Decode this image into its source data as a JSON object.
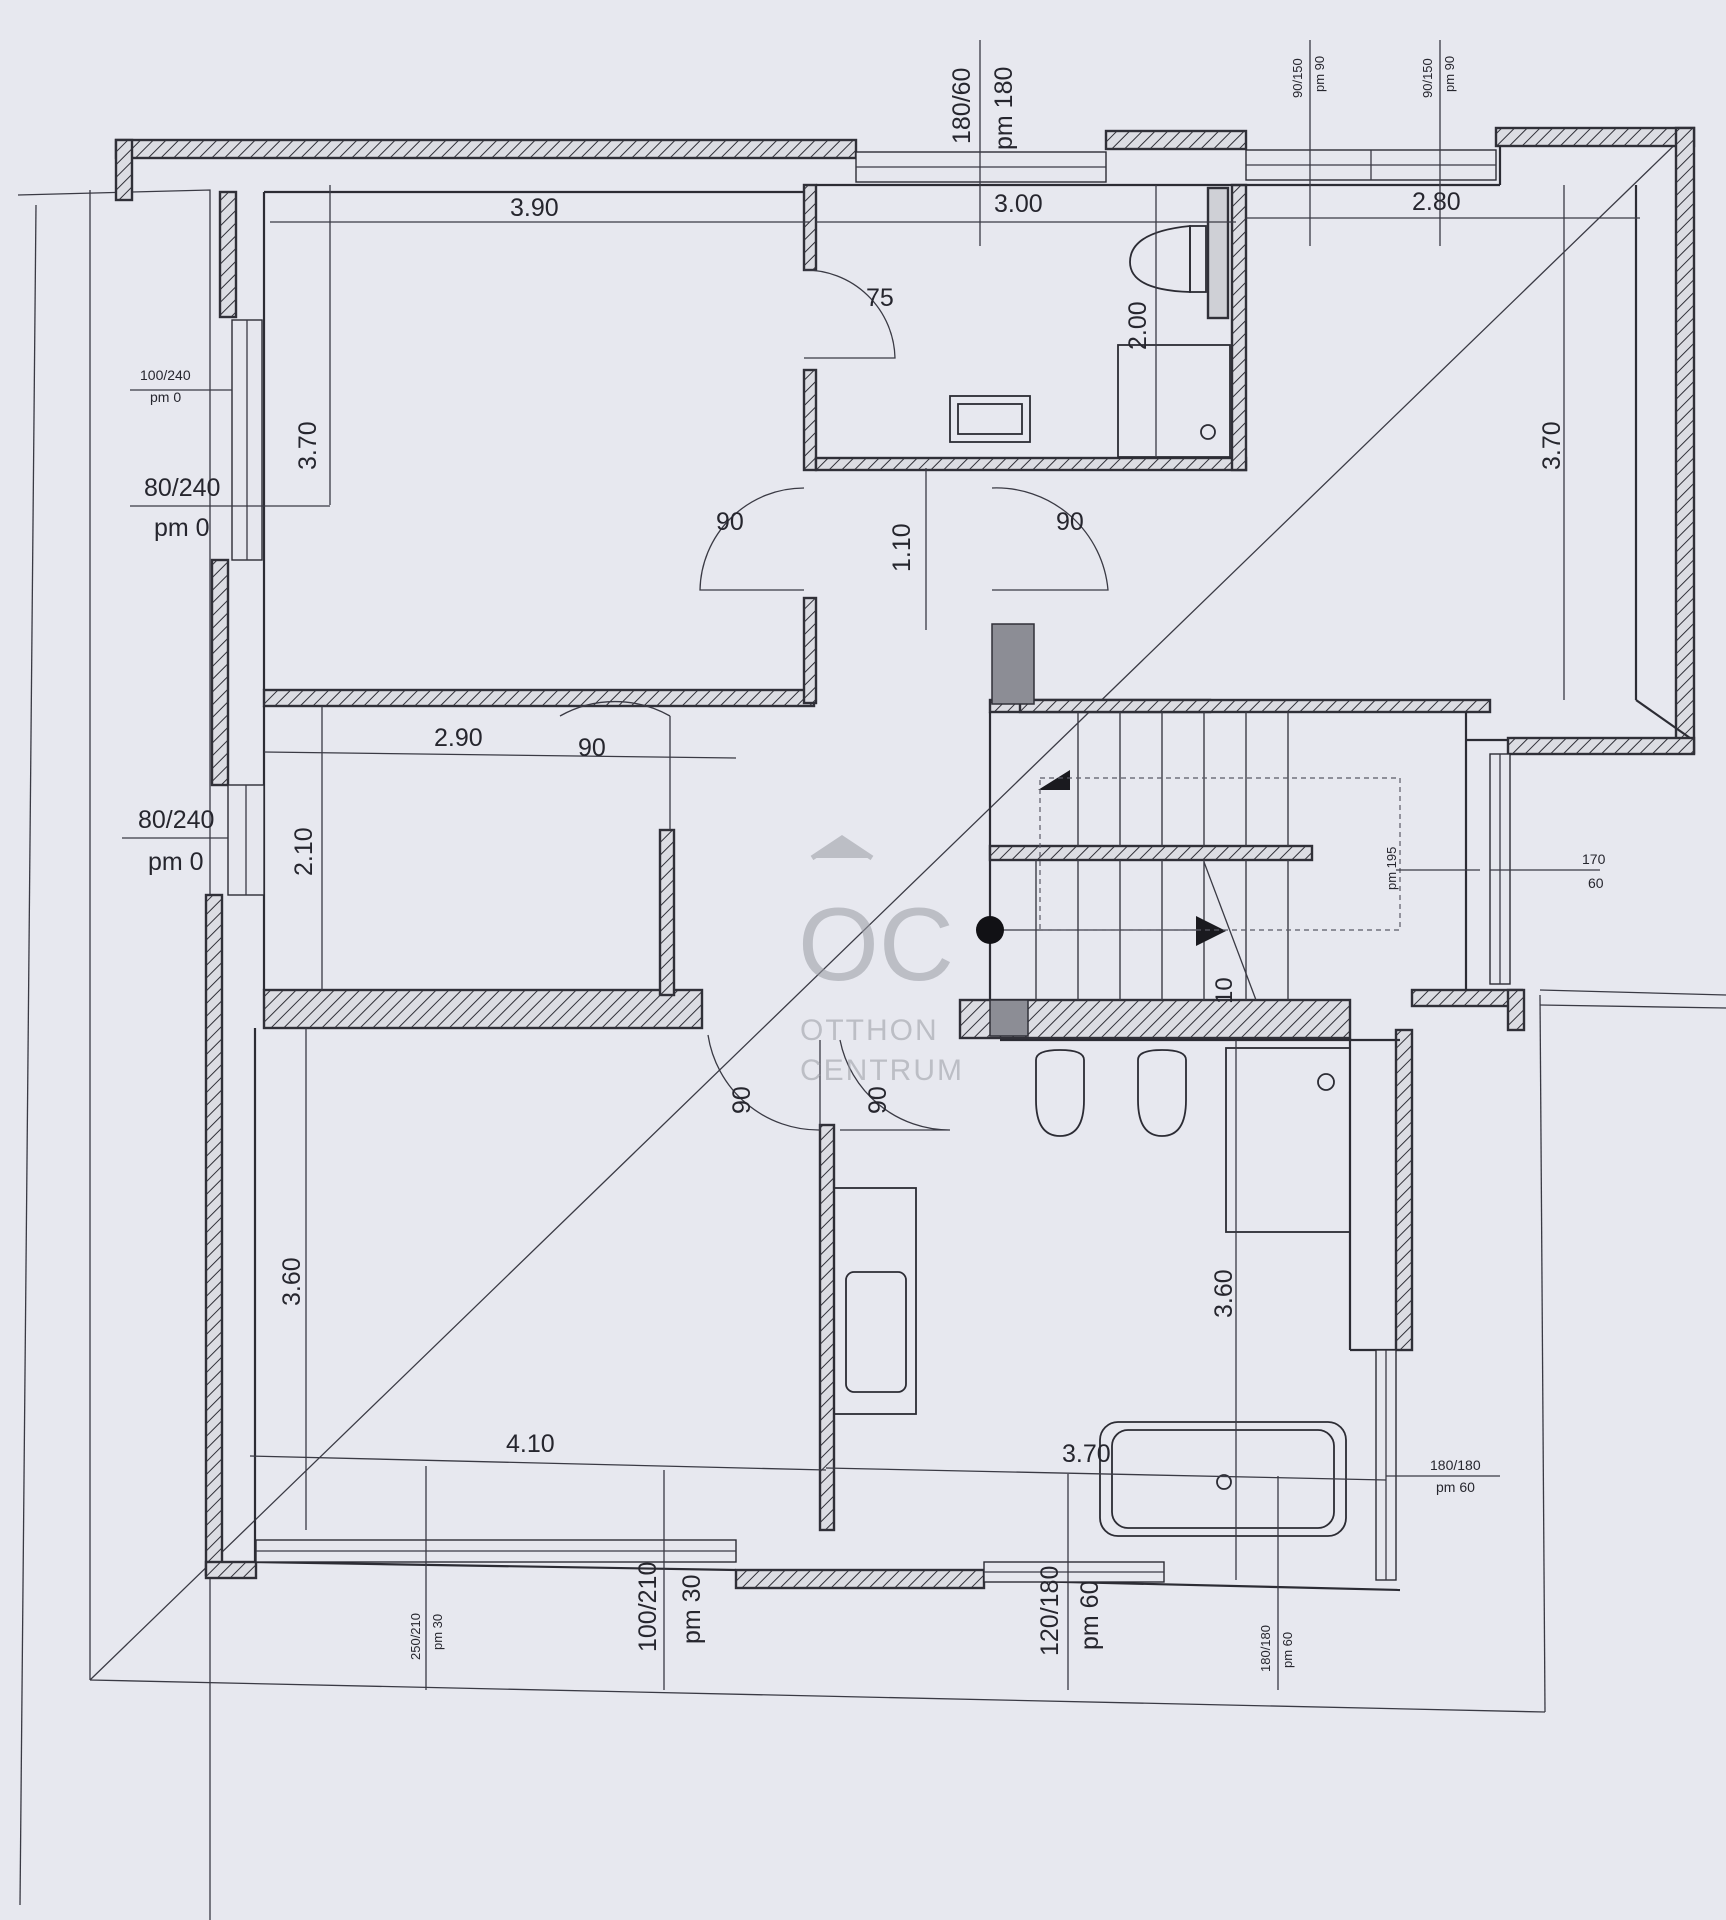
{
  "plan": {
    "dimensions": {
      "room_nw_width": "3.90",
      "room_nw_height": "3.70",
      "bath_top_width": "3.00",
      "bath_top_height": "2.00",
      "room_ne_width": "2.80",
      "room_ne_height": "3.70",
      "corridor_width": "1.10",
      "room_w_width": "2.90",
      "room_w_height": "2.10",
      "room_sw_width": "4.10",
      "room_sw_height": "3.60",
      "bath_bottom_width": "3.70",
      "bath_bottom_height": "3.60"
    },
    "doors": {
      "bath_top": "75",
      "nw_room": "90",
      "ne_room": "90",
      "w_room": "90",
      "sw_room": "90",
      "bath_bottom": "90"
    },
    "windows": {
      "top_center_size": "180/60",
      "top_center_pm": "pm 180",
      "top_right_1_size": "90/150",
      "top_right_1_pm": "pm 90",
      "top_right_2_size": "90/150",
      "top_right_2_pm": "pm 90",
      "left_top_size": "100/240",
      "left_top_pm": "pm 0",
      "left_mid_size": "80/240",
      "left_mid_pm": "pm 0",
      "left_low_size": "80/240",
      "left_low_pm": "pm 0",
      "right_stair_size": "170",
      "right_stair_pm": "60",
      "bottom_1_size": "250/210",
      "bottom_1_pm": "pm 30",
      "bottom_2_size": "100/210",
      "bottom_2_pm": "pm 30",
      "bottom_3_size": "120/180",
      "bottom_3_pm": "pm 60",
      "bottom_4_size": "180/180",
      "bottom_4_pm": "pm 60",
      "right_bath_size": "180/180",
      "right_bath_pm": "pm 60"
    },
    "stair": {
      "height_label": "pm 195",
      "step_label": "10"
    }
  },
  "watermark": {
    "monogram": "OC",
    "line1": "OTTHON",
    "line2": "CENTRUM"
  }
}
